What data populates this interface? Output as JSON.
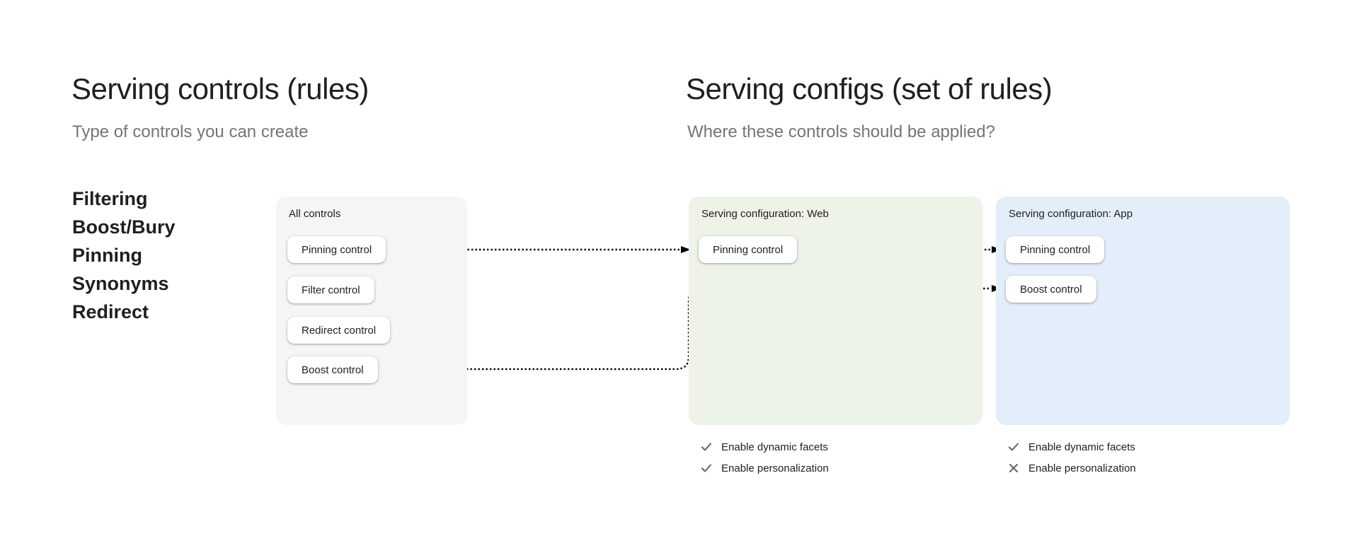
{
  "left_section": {
    "title": "Serving controls (rules)",
    "subtitle": "Type of controls you can create",
    "control_types": [
      "Filtering",
      "Boost/Bury",
      "Pinning",
      "Synonyms",
      "Redirect"
    ]
  },
  "right_section": {
    "title": "Serving configs (set of rules)",
    "subtitle": "Where these controls should be applied?"
  },
  "all_controls_card": {
    "label": "All controls",
    "controls": [
      "Pinning control",
      "Filter control",
      "Redirect control",
      "Boost control"
    ]
  },
  "web_card": {
    "label": "Serving configuration: Web",
    "controls": [
      "Pinning control"
    ],
    "features": [
      {
        "name": "Enable dynamic facets",
        "enabled": true,
        "icon": "check-icon"
      },
      {
        "name": "Enable personalization",
        "enabled": true,
        "icon": "check-icon"
      }
    ]
  },
  "app_card": {
    "label": "Serving configuration: App",
    "controls": [
      "Pinning control",
      "Boost control"
    ],
    "features": [
      {
        "name": "Enable dynamic facets",
        "enabled": true,
        "icon": "check-icon"
      },
      {
        "name": "Enable personalization",
        "enabled": false,
        "icon": "x-icon"
      }
    ]
  },
  "connectors": [
    {
      "from": "all-controls.pinning-control",
      "to": "web.pinning-control",
      "style": "dotted-arrow"
    },
    {
      "from": "web.pinning-control",
      "to": "app.pinning-control",
      "style": "dotted-arrow"
    },
    {
      "from": "all-controls.boost-control",
      "to": "app.boost-control",
      "style": "dotted-arrow-curved"
    }
  ],
  "colors": {
    "all_controls_card_bg": "#f5f5f4",
    "web_card_bg": "#edf3e6",
    "app_card_bg": "#e3eefa",
    "chip_bg": "#ffffff",
    "heading_text": "#1f1f1f",
    "subtitle_text": "#757575",
    "icon_gray": "#5f6368",
    "connector": "#000000"
  }
}
